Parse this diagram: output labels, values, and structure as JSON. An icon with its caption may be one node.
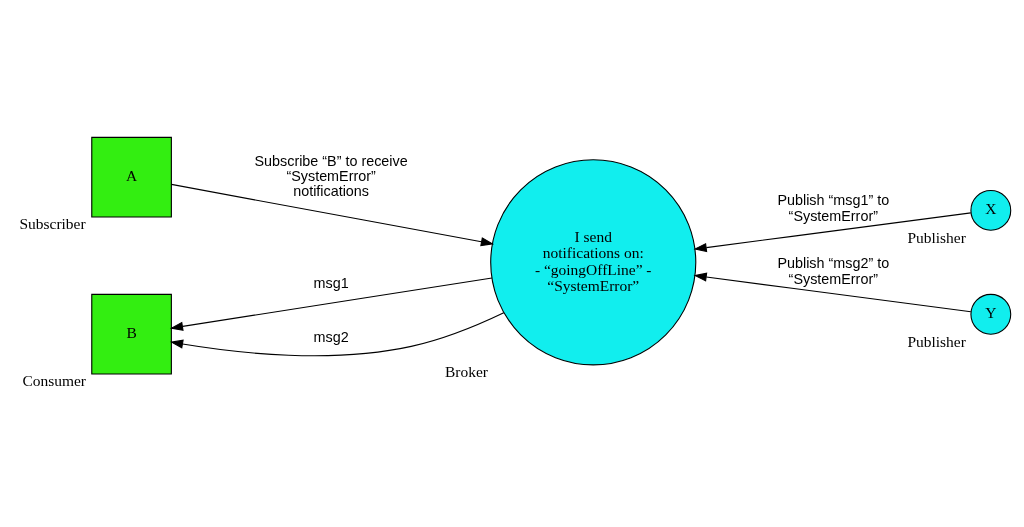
{
  "diagram": {
    "nodes": [
      {
        "text": [
          "A"
        ],
        "beside": [
          "Subscriber"
        ]
      },
      {
        "text": [
          "I send notifications on: - “goingOffLine” - “SystemError”"
        ],
        "beside": [
          "Broker"
        ]
      },
      {
        "text": [
          "X"
        ],
        "beside": [
          "Publisher"
        ]
      },
      {
        "text": [
          "Y"
        ],
        "beside": [
          "Publisher"
        ]
      },
      {
        "text": [
          "B"
        ],
        "beside": [
          "Consumer"
        ]
      }
    ],
    "edges": [
      {
        "from": 0,
        "to": 1,
        "arrow": "to",
        "label": "Subscribe “B” to receive “SystemError” notifications"
      },
      {
        "from": 2,
        "to": 1,
        "arrow": "to",
        "label": "Publish “msg1” to “SystemError”"
      },
      {
        "from": 3,
        "to": 1,
        "arrow": "to",
        "label": "Publish “msg2” to “SystemError”"
      },
      {
        "from": 1,
        "to": 4,
        "arrow": "to",
        "label": "msg1"
      },
      {
        "from": 1,
        "to": 4,
        "arrow": "to",
        "label": "msg2"
      }
    ]
  }
}
